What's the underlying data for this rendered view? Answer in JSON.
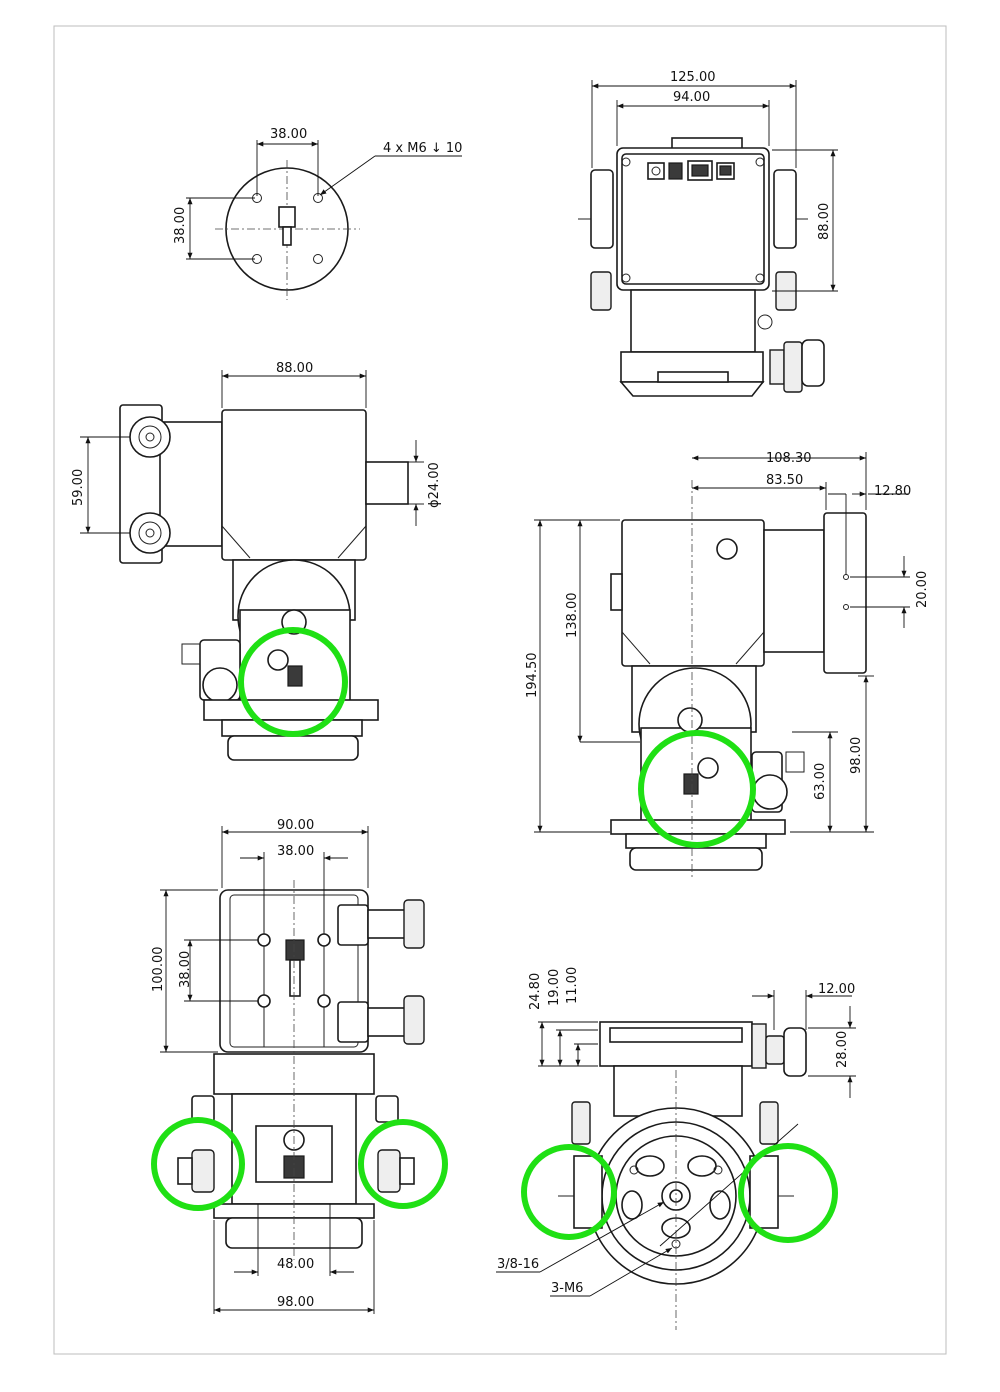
{
  "colors": {
    "highlight": "#1fe014",
    "line": "#1a1a1a",
    "frame": "#bdbdbd"
  },
  "top_left_view": {
    "dim_spacing_h": "38.00",
    "dim_spacing_v": "38.00",
    "hole_callout": "4 x  M6 ↓ 10"
  },
  "top_right_view": {
    "dim_width_outer": "125.00",
    "dim_width_inner": "94.00",
    "dim_height": "88.00"
  },
  "middle_left_view": {
    "dim_width": "88.00",
    "dim_knob_spacing": "59.00",
    "dim_diameter": "ϕ24.00"
  },
  "middle_right_view": {
    "dim_total_width": "108.30",
    "dim_offset": "83.50",
    "dim_plate": "12.80",
    "dim_hole_spacing": "20.00",
    "dim_total_height": "194.50",
    "dim_body_height": "138.00",
    "dim_lower_98": "98.00",
    "dim_lower_63": "63.00"
  },
  "bottom_left_view": {
    "dim_width_top": "90.00",
    "dim_hole_spacing": "38.00",
    "dim_height": "100.00",
    "dim_hole_spacing_v": "38.00",
    "dim_inner_bottom": "48.00",
    "dim_width_bottom": "98.00"
  },
  "bottom_right_view": {
    "dim_24_80": "24.80",
    "dim_19_00": "19.00",
    "dim_11_00": "11.00",
    "dim_12_00": "12.00",
    "dim_28_00": "28.00",
    "thread_callout": "3/8-16",
    "hole_callout": "3-M6"
  }
}
